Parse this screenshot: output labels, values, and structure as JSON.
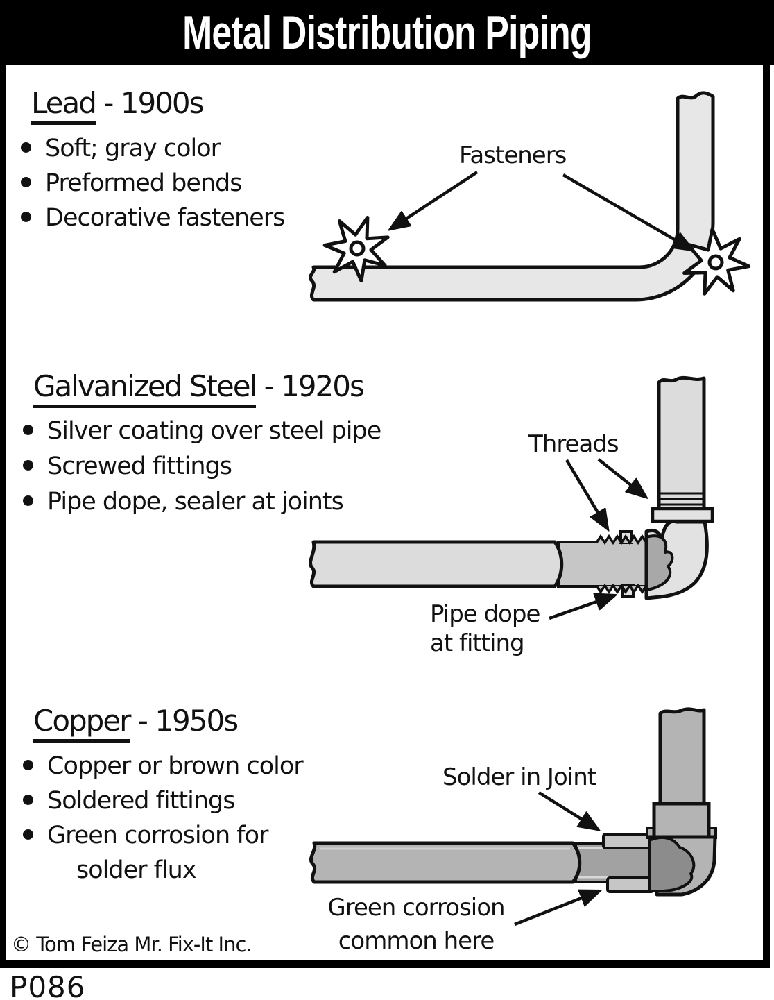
{
  "header": {
    "title": "Metal Distribution Piping"
  },
  "sections": [
    {
      "name": "lead",
      "title_main": "Lead",
      "title_suffix": " - 1900s",
      "bullets": [
        "Soft; gray color",
        "Preformed bends",
        "Decorative fasteners"
      ]
    },
    {
      "name": "galvanized-steel",
      "title_main": "Galvanized Steel",
      "title_suffix": " - 1920s",
      "bullets": [
        "Silver coating over steel pipe",
        "Screwed fittings",
        "Pipe dope, sealer at joints"
      ]
    },
    {
      "name": "copper",
      "title_main": "Copper",
      "title_suffix": " - 1950s",
      "bullets": [
        "Copper or brown color",
        "Soldered fittings",
        "Green corrosion for",
        "solder flux"
      ]
    }
  ],
  "labels": {
    "fasteners": "Fasteners",
    "threads": "Threads",
    "pipe_dope_line1": "Pipe dope",
    "pipe_dope_line2": "at fitting",
    "solder": "Solder in Joint",
    "corrosion_line1": "Green corrosion",
    "corrosion_line2": "common here"
  },
  "footer": {
    "copyright": "© Tom Feiza Mr. Fix-It Inc.",
    "code": "P086"
  },
  "colors": {
    "ink": "#111111",
    "lead_pipe": "#e7e7e7",
    "galv_pipe": "#dcdcdc",
    "galv_pipe_end": "#c6c6c6",
    "galv_fitting": "#e2e2e2",
    "pipe_dope": "#a8a8a8",
    "copper_pipe": "#b4b4b4",
    "copper_pipe_end": "#a2a2a2",
    "copper_solder_ring": "#c6c6c6",
    "copper_solder": "#8c8c8c"
  }
}
